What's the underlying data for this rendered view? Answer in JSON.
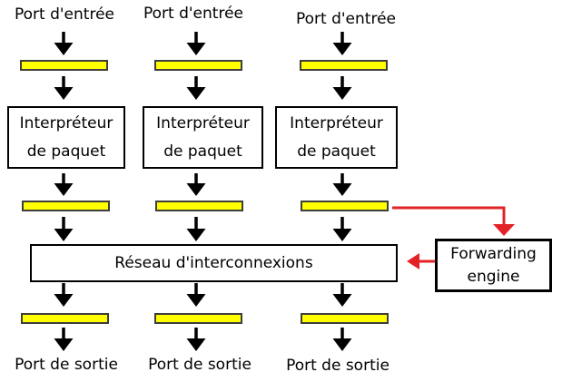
{
  "diagram_type": "router-architecture-flowchart",
  "labels": {
    "input_port": "Port d'entrée",
    "output_port": "Port de sortie"
  },
  "nodes": {
    "packet_interpreter": {
      "line1": "Interpréteur",
      "line2": "de paquet"
    },
    "interconnect": {
      "label": "Réseau d'interconnexions"
    },
    "forwarding_engine": {
      "line1": "Forwarding",
      "line2": "engine"
    }
  },
  "icons": {
    "down_arrow": "▼",
    "red_down_arrow": "▼",
    "red_left_arrow": "◀"
  },
  "colors": {
    "buffer_fill": "#ffff00",
    "buffer_border": "#3d3d3d",
    "arrow_black": "#000000",
    "red_accent": "#e32227",
    "box_border": "#000000",
    "background": "#ffffff"
  }
}
